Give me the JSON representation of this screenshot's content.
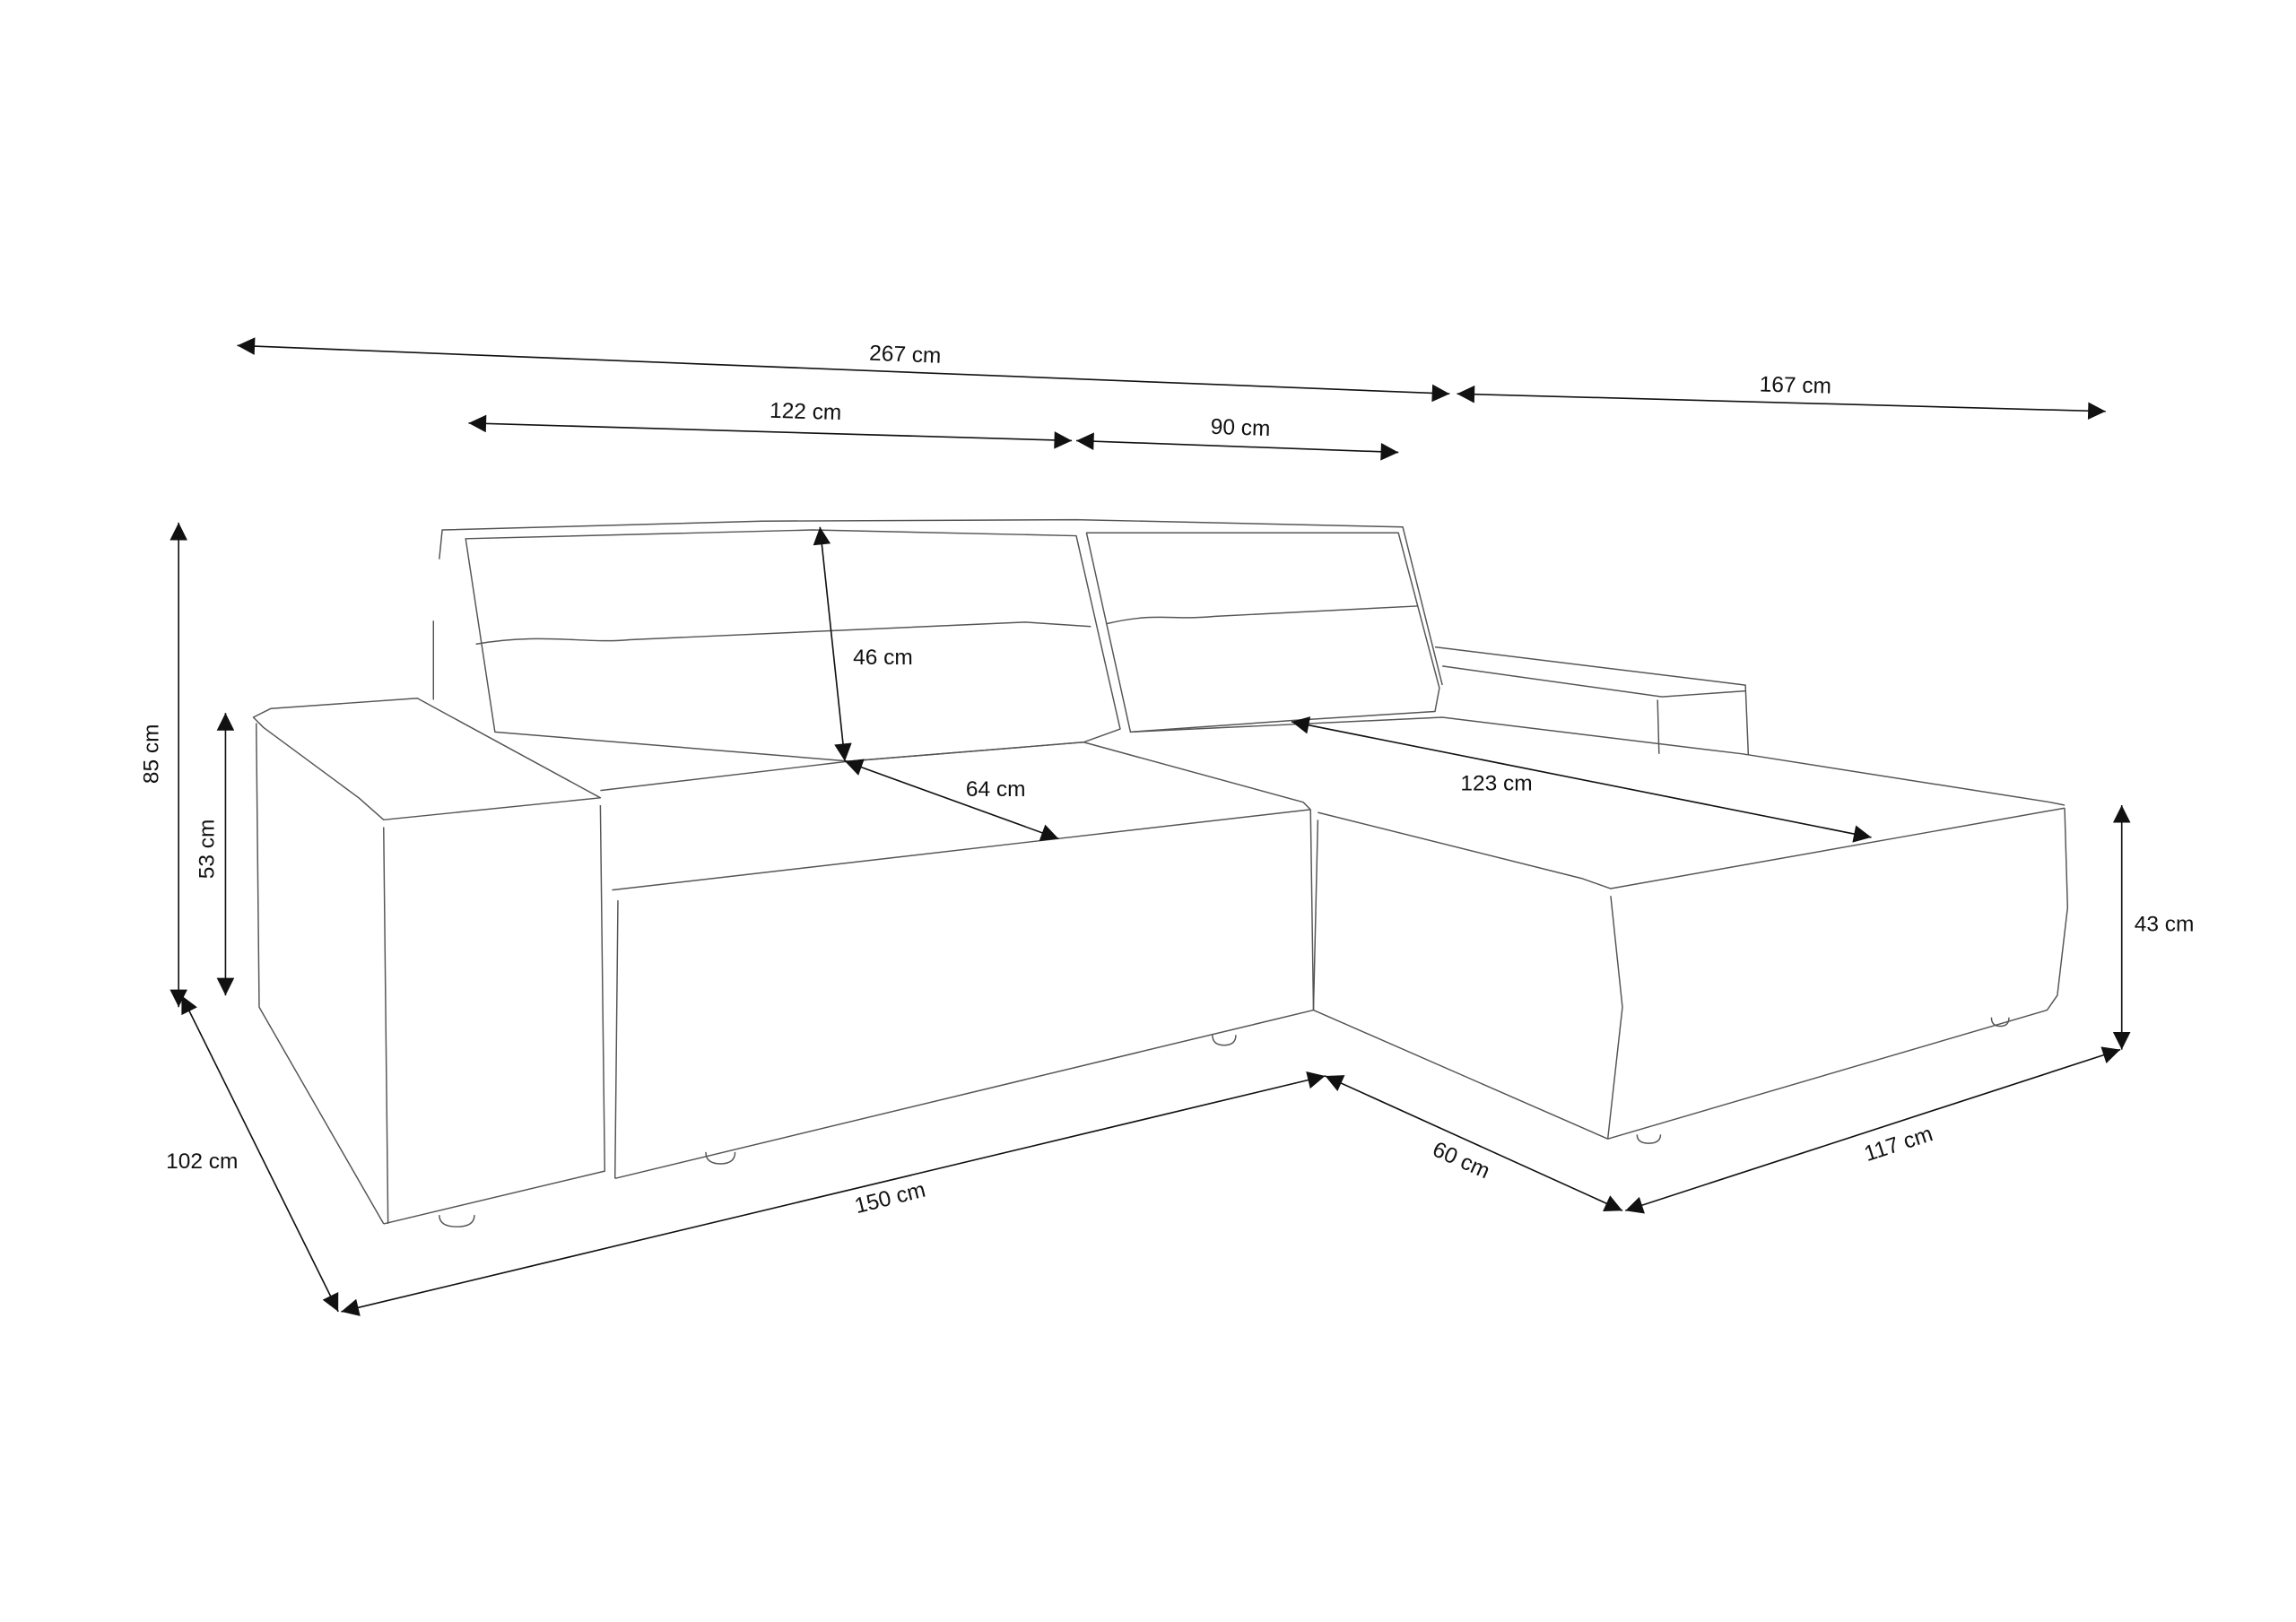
{
  "title": "Corner sofa dimensions",
  "colors": {
    "outline": "#a8a8a8",
    "dimension": "#111111"
  },
  "dimensions": {
    "total_width": "267 cm",
    "chaise_length": "167 cm",
    "sofa_section_width": "122 cm",
    "chaise_section_width": "90 cm",
    "total_height": "85 cm",
    "armrest_height": "53 cm",
    "backrest_height": "46 cm",
    "seat_depth": "64 cm",
    "chaise_seat_length": "123 cm",
    "seat_height": "43 cm",
    "total_depth": "102 cm",
    "front_length": "150 cm",
    "chaise_width": "60 cm",
    "chaise_side_length": "117 cm"
  }
}
